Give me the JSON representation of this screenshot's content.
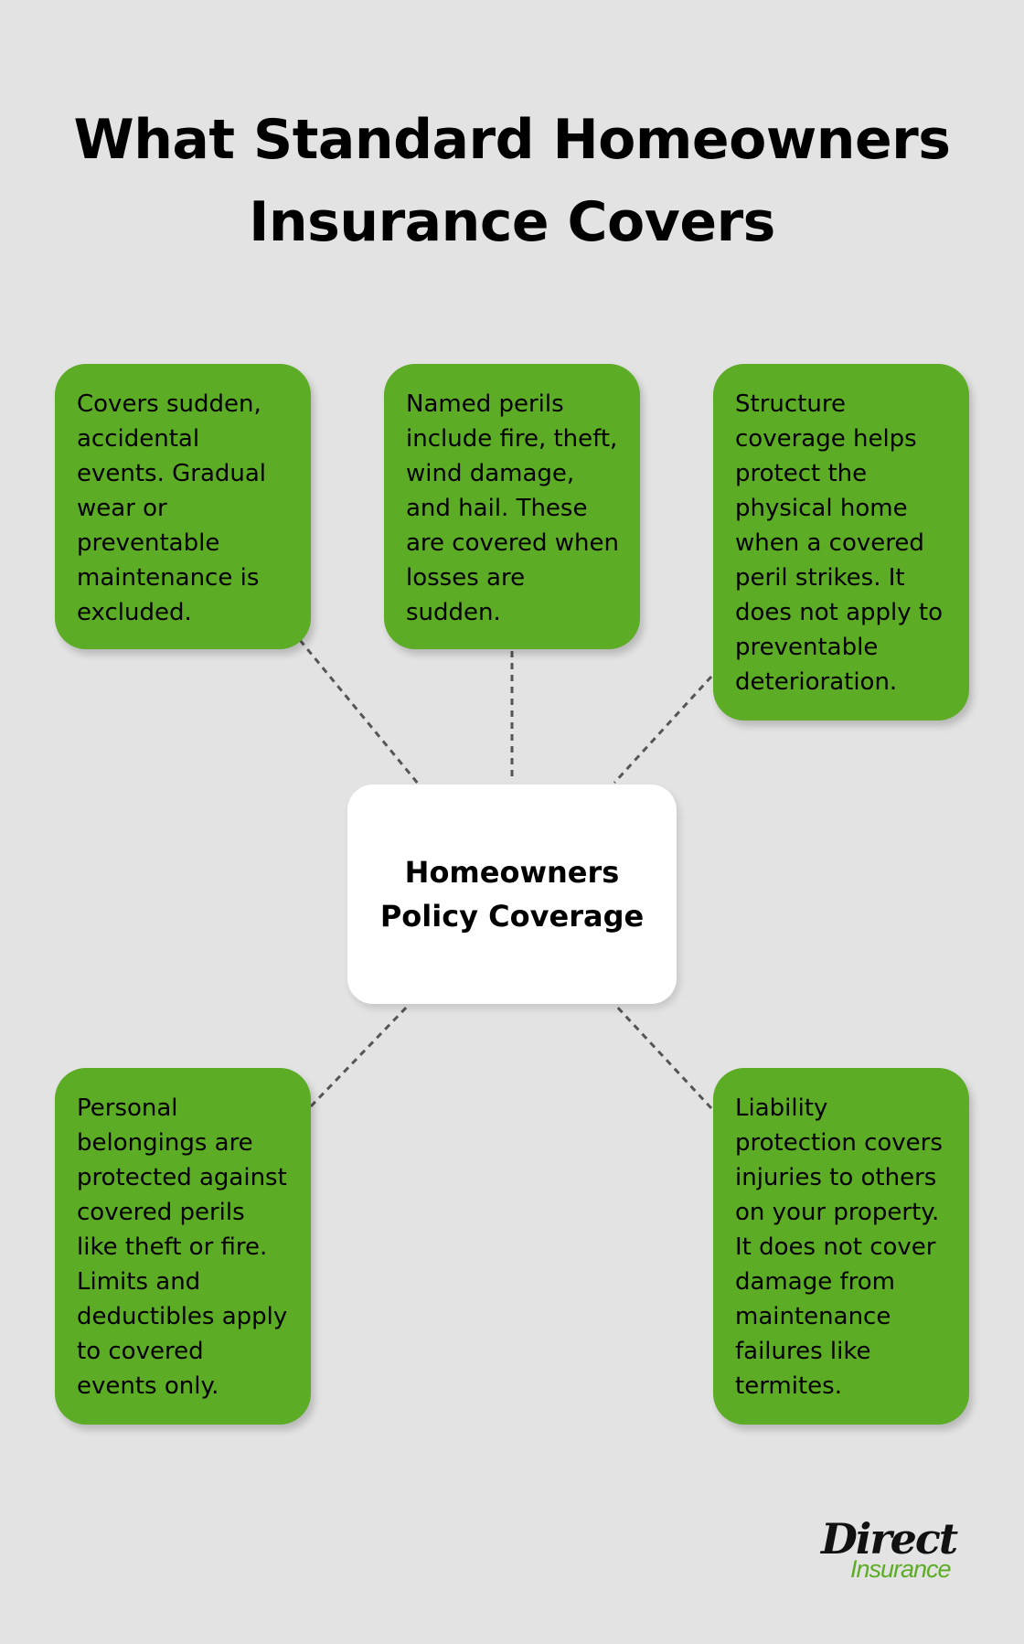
{
  "title": {
    "line1": "What Standard Homeowners",
    "line2": "Insurance Covers"
  },
  "center": {
    "line1": "Homeowners",
    "line2": "Policy Coverage"
  },
  "cards": [
    {
      "id": "sudden-events",
      "text": "Covers sudden, accidental events. Gradual wear or preventable maintenance is excluded."
    },
    {
      "id": "named-perils",
      "text": "Named perils include fire, theft, wind damage, and hail. These are covered when losses are sudden."
    },
    {
      "id": "structure-coverage",
      "text": "Structure coverage helps protect the physical home when a covered peril strikes. It does not apply to preventable deterioration."
    },
    {
      "id": "personal-belongings",
      "text": "Personal belongings are protected against covered perils like theft or fire. Limits and deductibles apply to covered events only."
    },
    {
      "id": "liability-protection",
      "text": "Liability protection covers injuries to others on your property. It does not cover damage from maintenance failures like termites."
    }
  ],
  "logo": {
    "line1": "Direct",
    "line2": "Insurance"
  },
  "colors": {
    "background": "#e2e3e2",
    "card": "#5dac25",
    "center": "#ffffff",
    "connector": "#555555"
  }
}
